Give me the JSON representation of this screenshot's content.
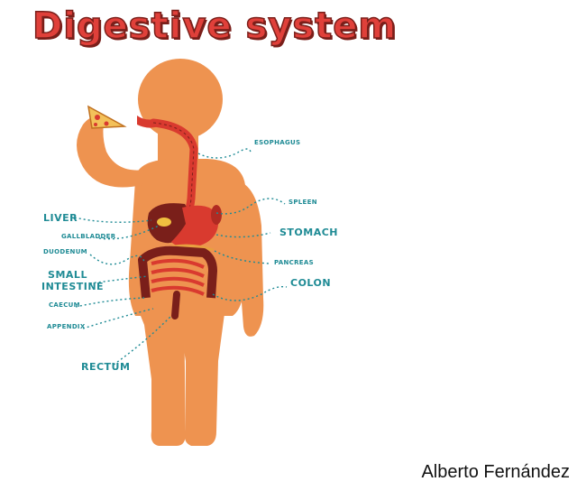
{
  "title": "Digestive system",
  "author": "Alberto Fernández",
  "colors": {
    "body": "#ee9350",
    "organ_red": "#d93a2f",
    "organ_dark": "#7a1f1a",
    "label": "#1f8b95",
    "title": "#e0403a"
  },
  "labels": {
    "esophagus": "ESOPHAGUS",
    "spleen": "SPLEEN",
    "liver": "LIVER",
    "gallbladder": "GALLBLADDER",
    "stomach": "STOMACH",
    "duodenum": "DUODENUM",
    "pancreas": "PANCREAS",
    "small_intestine": "SMALL INTESTINE",
    "colon": "COLON",
    "caecum": "CAECUM",
    "appendix": "APPENDIX",
    "rectum": "RECTUM"
  },
  "icons": [
    "pizza-slice-icon"
  ]
}
